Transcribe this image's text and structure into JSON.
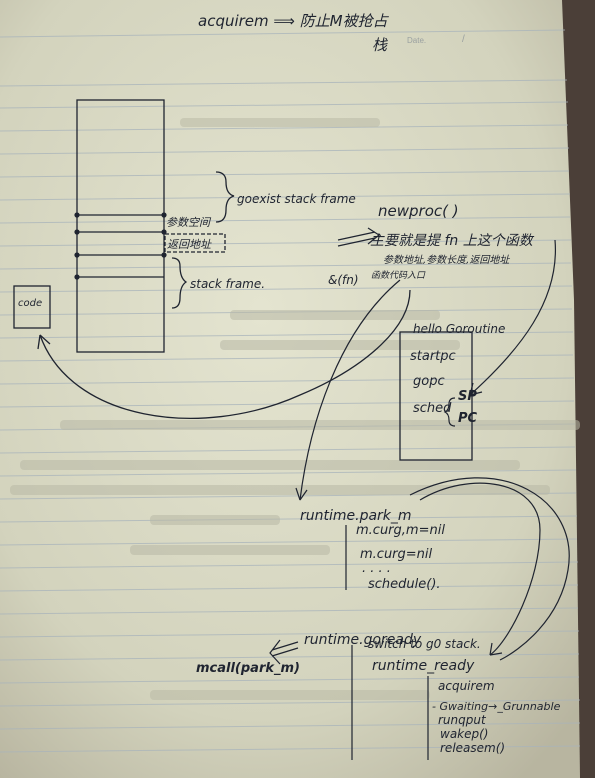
{
  "header": {
    "title_line1": "acquirem ⟹ 防止M被抢占",
    "title_line2": "栈",
    "date_label": "Date.",
    "date_slash": "/"
  },
  "stack_diagram": {
    "goexist_frame": "goexist stack frame",
    "param_space": "参数空间",
    "return_addr": "返回地址",
    "stack_frame": "stack frame.",
    "code_box": "code"
  },
  "newproc": {
    "call": "newproc(  )",
    "note_main": "主要就是提 fn 上这个函数",
    "note_sub": "参数地址,参数长度,返回地址",
    "fn_label_a": "&(fn)",
    "fn_label_b": "函数代码入口"
  },
  "goroutine_box": {
    "title": "hello Goroutine",
    "fields": [
      "startpc",
      "gopc",
      "sched"
    ],
    "sp": "SP",
    "pc": "PC"
  },
  "park_m": {
    "title": "runtime.park_m",
    "lines": [
      "m.curg,m=nil",
      "m.curg=nil",
      ". . . .",
      "schedule()."
    ]
  },
  "goready": {
    "mcall": "mcall(park_m)",
    "title": "runtime.goready",
    "switch": "switch to g0 stack.",
    "ready": "runtime_ready",
    "steps": [
      "acquirem",
      "- Gwaiting→_Grunnable",
      "runqput",
      "wakep()",
      "releasem()"
    ]
  }
}
